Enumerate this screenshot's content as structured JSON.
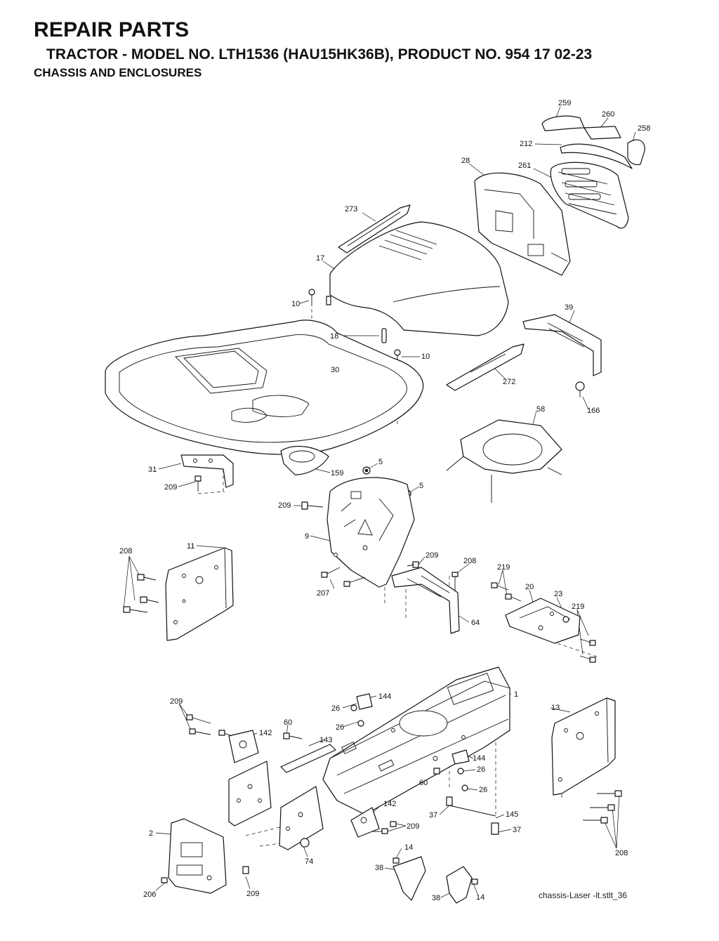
{
  "header": {
    "title": "REPAIR PARTS",
    "subtitle": "TRACTOR - MODEL NO. LTH1536 (HAU15HK36B), PRODUCT NO. 954 17 02-23",
    "section": "CHASSIS AND ENCLOSURES"
  },
  "callouts": {
    "c259": "259",
    "c260": "260",
    "c258": "258",
    "c212": "212",
    "c28": "28",
    "c261": "261",
    "c273": "273",
    "c17": "17",
    "c10a": "10",
    "c18": "18",
    "c10b": "10",
    "c30": "30",
    "c39": "39",
    "c272": "272",
    "c166": "166",
    "c58": "58",
    "c31": "31",
    "c209a": "209",
    "c159": "159",
    "c5a": "5",
    "c5b": "5",
    "c209b": "209",
    "c9": "9",
    "c208a": "208",
    "c11": "11",
    "c209c": "209",
    "c208b": "208",
    "c219a": "219",
    "c20": "20",
    "c23": "23",
    "c219b": "219",
    "c207": "207",
    "c64": "64",
    "c209d": "209",
    "c26a": "26",
    "c144a": "144",
    "c1": "1",
    "c13": "13",
    "c26b": "26",
    "c60a": "60",
    "c142a": "142",
    "c143": "143",
    "c144b": "144",
    "c26c": "26",
    "c60b": "60",
    "c26d": "26",
    "c142b": "142",
    "c37a": "37",
    "c145": "145",
    "c209e": "209",
    "c37b": "37",
    "c2": "2",
    "c74": "74",
    "c14a": "14",
    "c38a": "38",
    "c208c": "208",
    "c206": "206",
    "c209f": "209",
    "c38b": "38",
    "c14b": "14"
  },
  "footer": {
    "file_ref": "chassis-Laser -lt.stlt_36"
  }
}
